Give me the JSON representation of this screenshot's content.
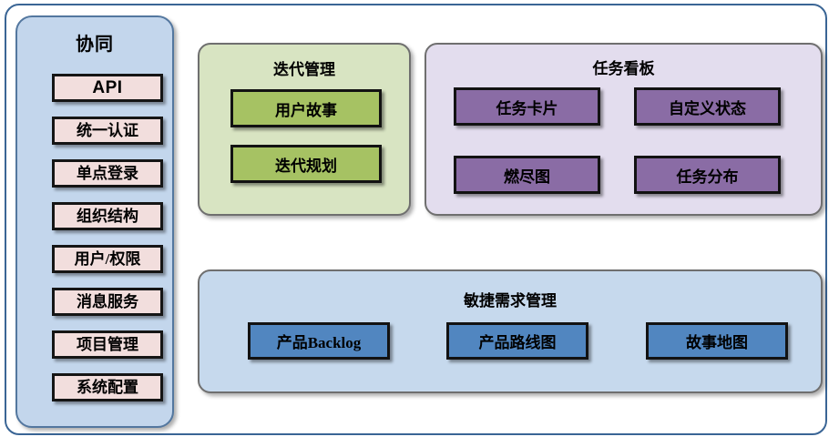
{
  "diagram": {
    "sidebar": {
      "title": "协同",
      "items": [
        {
          "label": "API"
        },
        {
          "label": "统一认证"
        },
        {
          "label": "单点登录"
        },
        {
          "label": "组织结构"
        },
        {
          "label": "用户/权限"
        },
        {
          "label": "消息服务"
        },
        {
          "label": "项目管理"
        },
        {
          "label": "系统配置"
        }
      ],
      "colors": {
        "panel_bg": "#c3d6ec",
        "panel_border": "#53779f",
        "item_bg": "#f2dedd",
        "item_border": "#151515"
      }
    },
    "iteration_panel": {
      "title": "迭代管理",
      "items": [
        {
          "label": "用户故事"
        },
        {
          "label": "迭代规划"
        }
      ],
      "colors": {
        "panel_bg": "#d8e4c2",
        "panel_border": "#6f6f6f",
        "item_bg": "#a6c263",
        "item_border": "#121212"
      }
    },
    "taskboard_panel": {
      "title": "任务看板",
      "items": [
        {
          "label": "任务卡片"
        },
        {
          "label": "自定义状态"
        },
        {
          "label": "燃尽图"
        },
        {
          "label": "任务分布"
        }
      ],
      "colors": {
        "panel_bg": "#e3ddee",
        "panel_border": "#6f6f6f",
        "item_bg": "#8a6ca5",
        "item_border": "#121212"
      }
    },
    "requirements_panel": {
      "title": "敏捷需求管理",
      "items": [
        {
          "label": "产品Backlog"
        },
        {
          "label": "产品路线图"
        },
        {
          "label": "故事地图"
        }
      ],
      "colors": {
        "panel_bg": "#c6d9ed",
        "panel_border": "#6f6f6f",
        "item_bg": "#5186c0",
        "item_border": "#121212"
      }
    },
    "frame": {
      "border_color": "#3a6595"
    }
  }
}
